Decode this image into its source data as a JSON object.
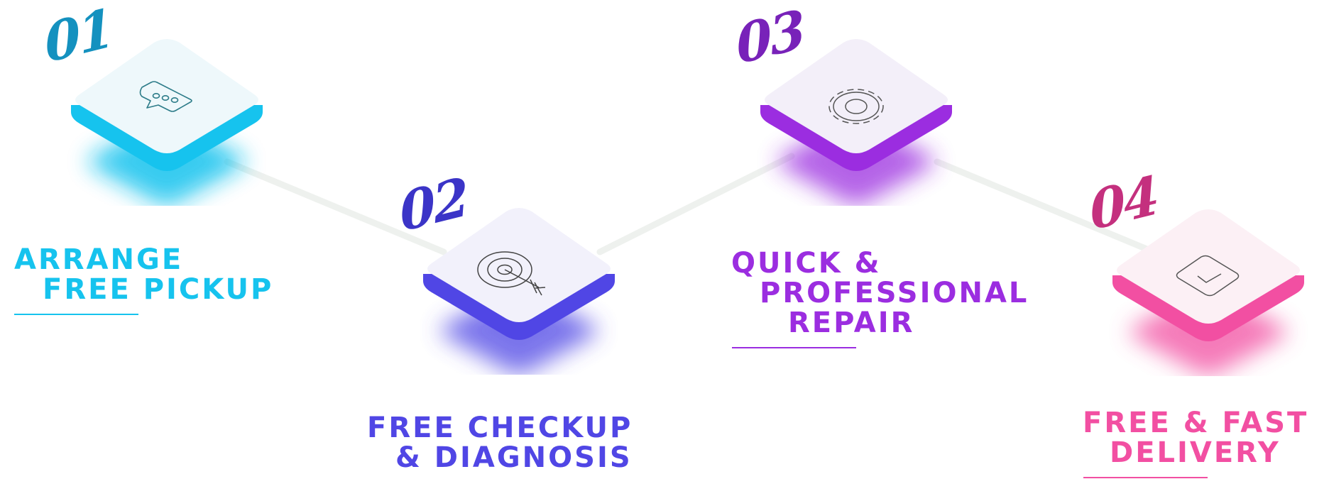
{
  "colors": {
    "step1": "#16c3ee",
    "step2": "#5046e5",
    "step3": "#9b2de0",
    "step4": "#f24fa2",
    "num1": "#1491bf",
    "num2": "#3b34c7",
    "num3": "#7822b9",
    "num4": "#c4307e",
    "connector": "#eef1ee"
  },
  "steps": [
    {
      "number": "01",
      "title_line1": "ARRANGE",
      "title_line2": "FREE PICKUP",
      "icon": "chat-bubble-icon"
    },
    {
      "number": "02",
      "title_line1": "FREE CHECKUP",
      "title_line2": "& DIAGNOSIS",
      "icon": "target-icon"
    },
    {
      "number": "03",
      "title_line1": "QUICK &",
      "title_line2": "PROFESSIONAL",
      "title_line3": "REPAIR",
      "icon": "gear-icon"
    },
    {
      "number": "04",
      "title_line1": "FREE & FAST",
      "title_line2": "DELIVERY",
      "icon": "box-check-icon"
    }
  ]
}
